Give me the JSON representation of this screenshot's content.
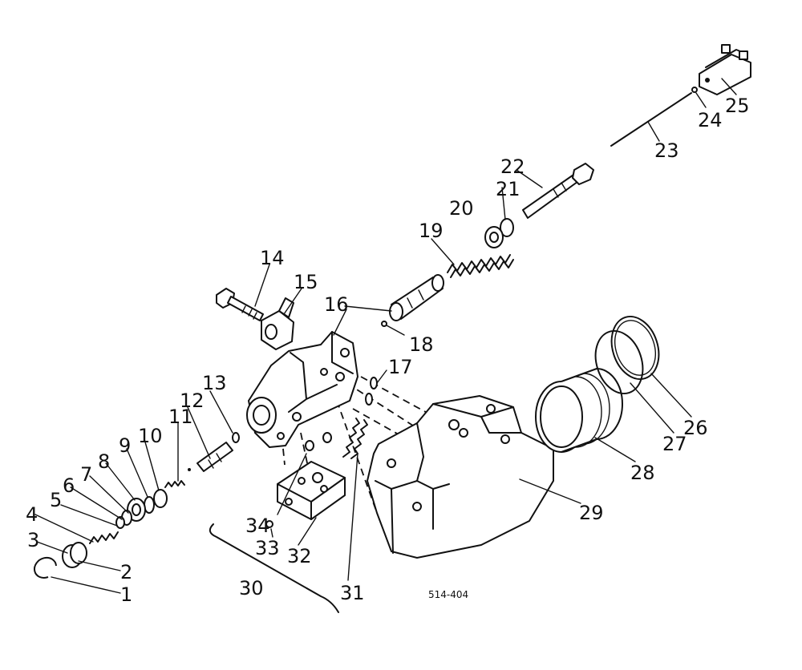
{
  "drawing_code": "514-404",
  "callouts": [
    "1",
    "2",
    "3",
    "4",
    "5",
    "6",
    "7",
    "8",
    "9",
    "10",
    "11",
    "12",
    "13",
    "14",
    "15",
    "16",
    "17",
    "18",
    "19",
    "20",
    "21",
    "22",
    "23",
    "24",
    "25",
    "26",
    "27",
    "28",
    "29",
    "30",
    "31",
    "32",
    "33",
    "34"
  ]
}
